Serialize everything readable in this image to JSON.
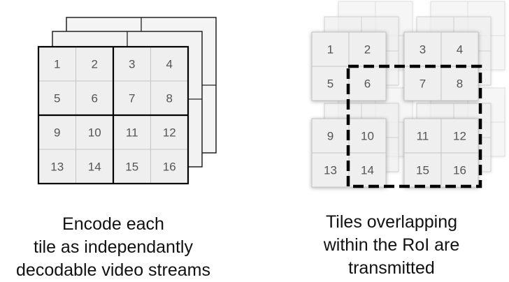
{
  "left_tile_numbers": [
    "1",
    "2",
    "3",
    "4",
    "5",
    "6",
    "7",
    "8",
    "9",
    "10",
    "11",
    "12",
    "13",
    "14",
    "15",
    "16"
  ],
  "right_tile_numbers": [
    "1",
    "2",
    "3",
    "4",
    "5",
    "6",
    "7",
    "8",
    "9",
    "10",
    "11",
    "12",
    "13",
    "14",
    "15",
    "16"
  ],
  "left_caption_lines": [
    "Encode each",
    "tile as independantly",
    "decodable video streams"
  ],
  "right_caption_lines": [
    "Tiles overlapping",
    "within the RoI are",
    "transmitted"
  ],
  "colors": {
    "cell_fill": "#efefef",
    "cell_border": "#c4c4c4",
    "text": "#555555",
    "frame": "#000000",
    "roi": "#000000"
  }
}
